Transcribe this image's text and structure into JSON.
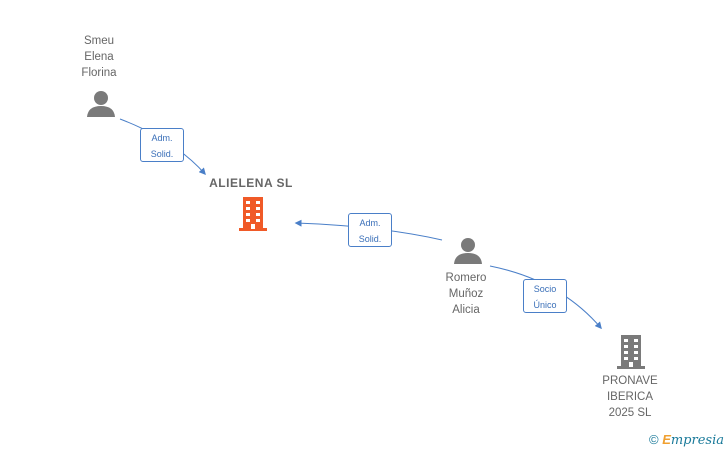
{
  "nodes": {
    "smeu": {
      "label": "Smeu\nElena\nFlorina"
    },
    "alielena": {
      "label": "ALIELENA  SL"
    },
    "romero": {
      "label": "Romero\nMuñoz\nAlicia"
    },
    "pronave": {
      "label": "PRONAVE\nIBERICA\n2025 SL"
    }
  },
  "edges": {
    "smeu_alielena": {
      "label": "Adm.\nSolid."
    },
    "romero_alielena": {
      "label": "Adm.\nSolid."
    },
    "romero_pronave": {
      "label": "Socio\nÚnico"
    }
  },
  "footer": {
    "copyright": "©",
    "brand_initial": "E",
    "brand_rest": "mpresia"
  },
  "colors": {
    "edge": "#4a7fc8",
    "person": "#7a7a7a",
    "company_main": "#f05a28",
    "company": "#7a7a7a"
  }
}
